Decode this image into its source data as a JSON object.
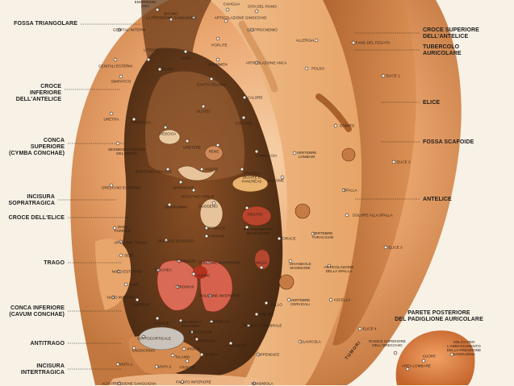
{
  "left_headers": [
    {
      "id": "fossa-triangolare",
      "text": "FOSSA TRIANGOLARE"
    },
    {
      "id": "croce-inferiore",
      "text": "CROCE INFERIORE\nDELL'ANTELICE"
    },
    {
      "id": "conca-superiore",
      "text": "CONCA SUPERIORE\n(CYMBA CONCHAE)"
    },
    {
      "id": "incisura-sopratragica",
      "text": "INCISURA\nSOPRATRAGICA"
    },
    {
      "id": "croce-elice",
      "text": "CROCE DELL'ELICE"
    },
    {
      "id": "trago",
      "text": "TRAGO"
    },
    {
      "id": "conca-inferiore",
      "text": "CONCA INFERIORE\n(CAVUM CONCHAE)"
    },
    {
      "id": "antitrago",
      "text": "ANTITRAGO"
    },
    {
      "id": "incisura-intertragica",
      "text": "INCISURA\nINTERTRAGICA"
    }
  ],
  "right_headers": [
    {
      "id": "croce-superiore",
      "text": "CROCE SUPERIORE\nDELL'ANTELICE"
    },
    {
      "id": "tubercolo",
      "text": "TUBERCOLO\nAURICOLARE"
    },
    {
      "id": "elice",
      "text": "ELICE"
    },
    {
      "id": "fossa-scafoide",
      "text": "FOSSA SCAFOIDE"
    },
    {
      "id": "antelice",
      "text": "ANTELICE"
    },
    {
      "id": "parete-posteriore",
      "text": "PARETE POSTERIORE\nDEL PADIGLIONE AURICOLARE"
    }
  ],
  "point_labels": [
    {
      "id": "emorroidi",
      "text": "EMORROIDI\nANO"
    },
    {
      "id": "bacino",
      "text": "BACINO"
    },
    {
      "id": "caviglia",
      "text": "CAVIGLIA"
    },
    {
      "id": "dita-piede",
      "text": "DITA DEL PIANO"
    },
    {
      "id": "bassa-pressione",
      "text": "LA PRESSIONE SANGUIGNA"
    },
    {
      "id": "articolazione-ginocchio",
      "text": "ARTICOLAZIONE GINOCCHIO"
    },
    {
      "id": "genitali-interni",
      "text": "GENITALI INTERNI"
    },
    {
      "id": "gastrocnemio",
      "text": "GASTROCNEMIO"
    },
    {
      "id": "allergia",
      "text": "ALLERGIA"
    },
    {
      "id": "fango-fegato",
      "text": "FANG DEL FEGATO"
    },
    {
      "id": "utero",
      "text": "UTERO"
    },
    {
      "id": "poplite",
      "text": "POPLITE"
    },
    {
      "id": "asma",
      "text": "ASMA"
    },
    {
      "id": "genitali-esterni",
      "text": "GENITALI ESTERNI"
    },
    {
      "id": "stipsi",
      "text": "STIPSI"
    },
    {
      "id": "sherman",
      "text": "SHEMMEN"
    },
    {
      "id": "articolazione-anca",
      "text": "ARTICOLAZIONE ANCA"
    },
    {
      "id": "polso",
      "text": "POLSO"
    },
    {
      "id": "elice-1",
      "text": "ELICE 1"
    },
    {
      "id": "simpatico",
      "text": "SIMPATICO"
    },
    {
      "id": "cavita-pelvica",
      "text": "CAVITÀ PELVICA"
    },
    {
      "id": "calore",
      "text": "CALORE"
    },
    {
      "id": "glutei",
      "text": "GLUTEI"
    },
    {
      "id": "uretra",
      "text": "URETRA"
    },
    {
      "id": "prostata",
      "text": "PROSTATA"
    },
    {
      "id": "coccige",
      "text": "COCCIGE"
    },
    {
      "id": "gomito",
      "text": "GOMITO"
    },
    {
      "id": "vescica",
      "text": "VESCICA"
    },
    {
      "id": "segmento-retto",
      "text": "SEGMENTO DISTALE\nDEL RETTO"
    },
    {
      "id": "uretere",
      "text": "URETERE"
    },
    {
      "id": "rene",
      "text": "RENE"
    },
    {
      "id": "lombalgia",
      "text": "LOMBALGIA"
    },
    {
      "id": "vertebre-lombari",
      "text": "VERTEBRE\nLOMBARI"
    },
    {
      "id": "intestino-crasso",
      "text": "INTESTINO CRASSO"
    },
    {
      "id": "ascite",
      "text": "ASCITE"
    },
    {
      "id": "vescica-biliare",
      "text": "VESCICA\nBILIARE E\nPANCREAS"
    },
    {
      "id": "addome",
      "text": "ADDOME"
    },
    {
      "id": "elice-2",
      "text": "ELICE 2"
    },
    {
      "id": "orecchio-esterno",
      "text": "ORECCHIO ESTERNO"
    },
    {
      "id": "appendice",
      "text": "APPENDICE"
    },
    {
      "id": "intestino-tenue",
      "text": "INTESTINO TENUE"
    },
    {
      "id": "spalla",
      "text": "SPALLA"
    },
    {
      "id": "diaframma",
      "text": "DIAFRAMMA"
    },
    {
      "id": "duodeno",
      "text": "DUODENO"
    },
    {
      "id": "dolore-spalla",
      "text": "DOLORE ALLA SPALLA"
    },
    {
      "id": "fegato",
      "text": "FEGATO"
    },
    {
      "id": "gola-faringe",
      "text": "GOLA\nFARINGE"
    },
    {
      "id": "stomaco",
      "text": "STOMACO"
    },
    {
      "id": "cardias",
      "text": "CARDIAS"
    },
    {
      "id": "rilassamento",
      "text": "RILASSAMENTO\nMUSCOLARE"
    },
    {
      "id": "torace",
      "text": "TORACE"
    },
    {
      "id": "vertebre-toraciche",
      "text": "VERTEBRE\nTORACICHE"
    },
    {
      "id": "apice-trago",
      "text": "APICE DEL TRAGO"
    },
    {
      "id": "bocca-esofago",
      "text": "BOCCA E ESOFAGO"
    },
    {
      "id": "elice-3",
      "text": "ELICE 3"
    },
    {
      "id": "sete",
      "text": "SETE"
    },
    {
      "id": "bronchi",
      "text": "BRONCHI"
    },
    {
      "id": "polmone-superiore",
      "text": "POLMONE SUPERIORE"
    },
    {
      "id": "milza",
      "text": "MILZA"
    },
    {
      "id": "ghiandole-mammarie",
      "text": "GHIANDOLE\nMAMMARIE"
    },
    {
      "id": "articolazione-spalla",
      "text": "ARTICOLAZIONE\nDELLA SPALLA"
    },
    {
      "id": "naso-esterno",
      "text": "NASO ESTERNO"
    },
    {
      "id": "trachea",
      "text": "TRACHEA"
    },
    {
      "id": "cuore",
      "text": "CUORE"
    },
    {
      "id": "fame",
      "text": "FAME"
    },
    {
      "id": "bronchi-2",
      "text": "BRONCHI"
    },
    {
      "id": "naso-interno",
      "text": "NASO INTERNO"
    },
    {
      "id": "polmone-inferiore",
      "text": "POLMONE INFERIORE"
    },
    {
      "id": "collo",
      "text": "COLLO"
    },
    {
      "id": "vertebre-cervicali",
      "text": "VERTEBRE\nCERVICALI"
    },
    {
      "id": "asceide",
      "text": "ASCELLA"
    },
    {
      "id": "surrene",
      "text": "SURRENE"
    },
    {
      "id": "tiroide",
      "text": "TIROIDE"
    },
    {
      "id": "sangue",
      "text": "SANGUE"
    },
    {
      "id": "ghiandola-parotide",
      "text": "GHIANDOLA\nPAROTIDE"
    },
    {
      "id": "cervello",
      "text": "CERVELLO"
    },
    {
      "id": "tronco-cerebrale",
      "text": "TRONCO CEREBRALE"
    },
    {
      "id": "elice-4",
      "text": "ELICE 4"
    },
    {
      "id": "sottocorticale",
      "text": "SOTTOCORTICALE"
    },
    {
      "id": "dingchuan",
      "text": "DINGCHUAN"
    },
    {
      "id": "clavicola",
      "text": "CLAVICOLA"
    },
    {
      "id": "testicoli",
      "text": "TESTICOLI"
    },
    {
      "id": "endocrino",
      "text": "ENDOCRINO"
    },
    {
      "id": "ipofisi",
      "text": "IPOFISI"
    },
    {
      "id": "occipite",
      "text": "OCCIPITE"
    },
    {
      "id": "talamo",
      "text": "TALAMO"
    },
    {
      "id": "tempia",
      "text": "TEMPIA"
    },
    {
      "id": "appendice-2",
      "text": "APPENDICE"
    },
    {
      "id": "vista-1",
      "text": "VISTA 1"
    },
    {
      "id": "vista-2",
      "text": "VISTA 2"
    },
    {
      "id": "fronte",
      "text": "FRONTE"
    },
    {
      "id": "palato-inferiore",
      "text": "PALATO INFERIORE"
    },
    {
      "id": "mandibola",
      "text": "MANDIBOLA"
    },
    {
      "id": "alta-pressione",
      "text": "ALTA PRESSIONE SANGUIGNA"
    },
    {
      "id": "radice-superiore",
      "text": "RADICE SUPERIORE\nDELL'ORECCHIO"
    },
    {
      "id": "solco",
      "text": "SOLCO PER\nL'ABBASSAMENTO\nDELLA PRESSIONE\nSANGUIGNA"
    },
    {
      "id": "cuore-2",
      "text": "CUORE"
    },
    {
      "id": "area-lombare",
      "text": "AREA LOMBARE"
    }
  ],
  "tumori_label": "TUMORI",
  "colors": {
    "background": "#f7f1e6",
    "skin_light": "#f3c49a",
    "skin_mid": "#e49b62",
    "skin_dark": "#b9692f",
    "concha_dark": "#5a3419",
    "organ_red": "#c8472f",
    "leader_line": "#222222"
  }
}
